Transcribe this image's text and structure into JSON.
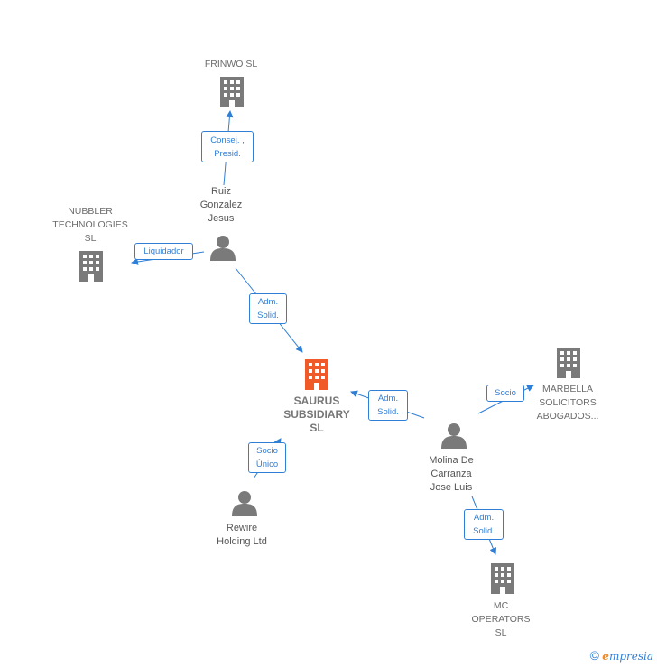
{
  "nodes": {
    "frinwo": {
      "label": "FRINWO  SL"
    },
    "nubbler": {
      "line1": "NUBBLER",
      "line2": "TECHNOLOGIES",
      "line3": "SL"
    },
    "saurus": {
      "line1": "SAURUS",
      "line2": "SUBSIDIARY",
      "line3": "SL"
    },
    "marbella": {
      "line1": "MARBELLA",
      "line2": "SOLICITORS",
      "line3": "ABOGADOS..."
    },
    "mc": {
      "line1": "MC",
      "line2": "OPERATORS",
      "line3": "SL"
    },
    "ruiz": {
      "line1": "Ruiz",
      "line2": "Gonzalez",
      "line3": "Jesus"
    },
    "molina": {
      "line1": "Molina De",
      "line2": "Carranza",
      "line3": "Jose Luis"
    },
    "rewire": {
      "line1": "Rewire",
      "line2": "Holding Ltd"
    }
  },
  "relations": {
    "consej": {
      "line1": "Consej. ,",
      "line2": "Presid."
    },
    "liquidador": {
      "line1": "Liquidador"
    },
    "adm_ruiz": {
      "line1": "Adm.",
      "line2": "Solid."
    },
    "adm_molina": {
      "line1": "Adm.",
      "line2": "Solid."
    },
    "socio_unico": {
      "line1": "Socio",
      "line2": "Único"
    },
    "socio": {
      "line1": "Socio"
    },
    "adm_mc": {
      "line1": "Adm.",
      "line2": "Solid."
    }
  },
  "colors": {
    "edge": "#2f7fd6",
    "company_icon": "#7a7a7a",
    "focus_icon": "#f05a28",
    "person_icon": "#7a7a7a"
  },
  "footer": {
    "copyright": "©",
    "brand_e": "e",
    "brand_rest": "mpresia"
  }
}
